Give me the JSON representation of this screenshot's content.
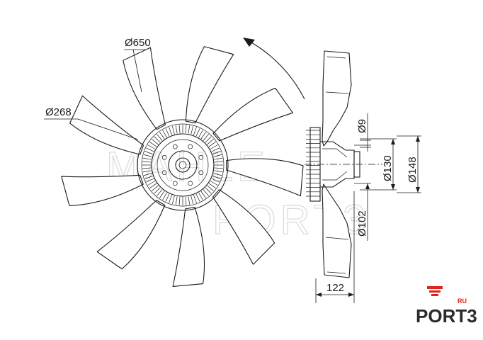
{
  "dimensions": {
    "fan_diameter": "Ø650",
    "hub_diameter": "Ø268",
    "bolt_hole": "Ø9",
    "flange_outer": "Ø130",
    "flange_outer_2": "Ø148",
    "pilot": "Ø102",
    "depth": "122"
  },
  "watermark": {
    "line1": "MAHLE",
    "line2": "PORT3"
  },
  "logo": {
    "text": "PORT3",
    "suffix": "RU",
    "accent_color": "#e0231c"
  },
  "drawing": {
    "blade_count": 9
  }
}
